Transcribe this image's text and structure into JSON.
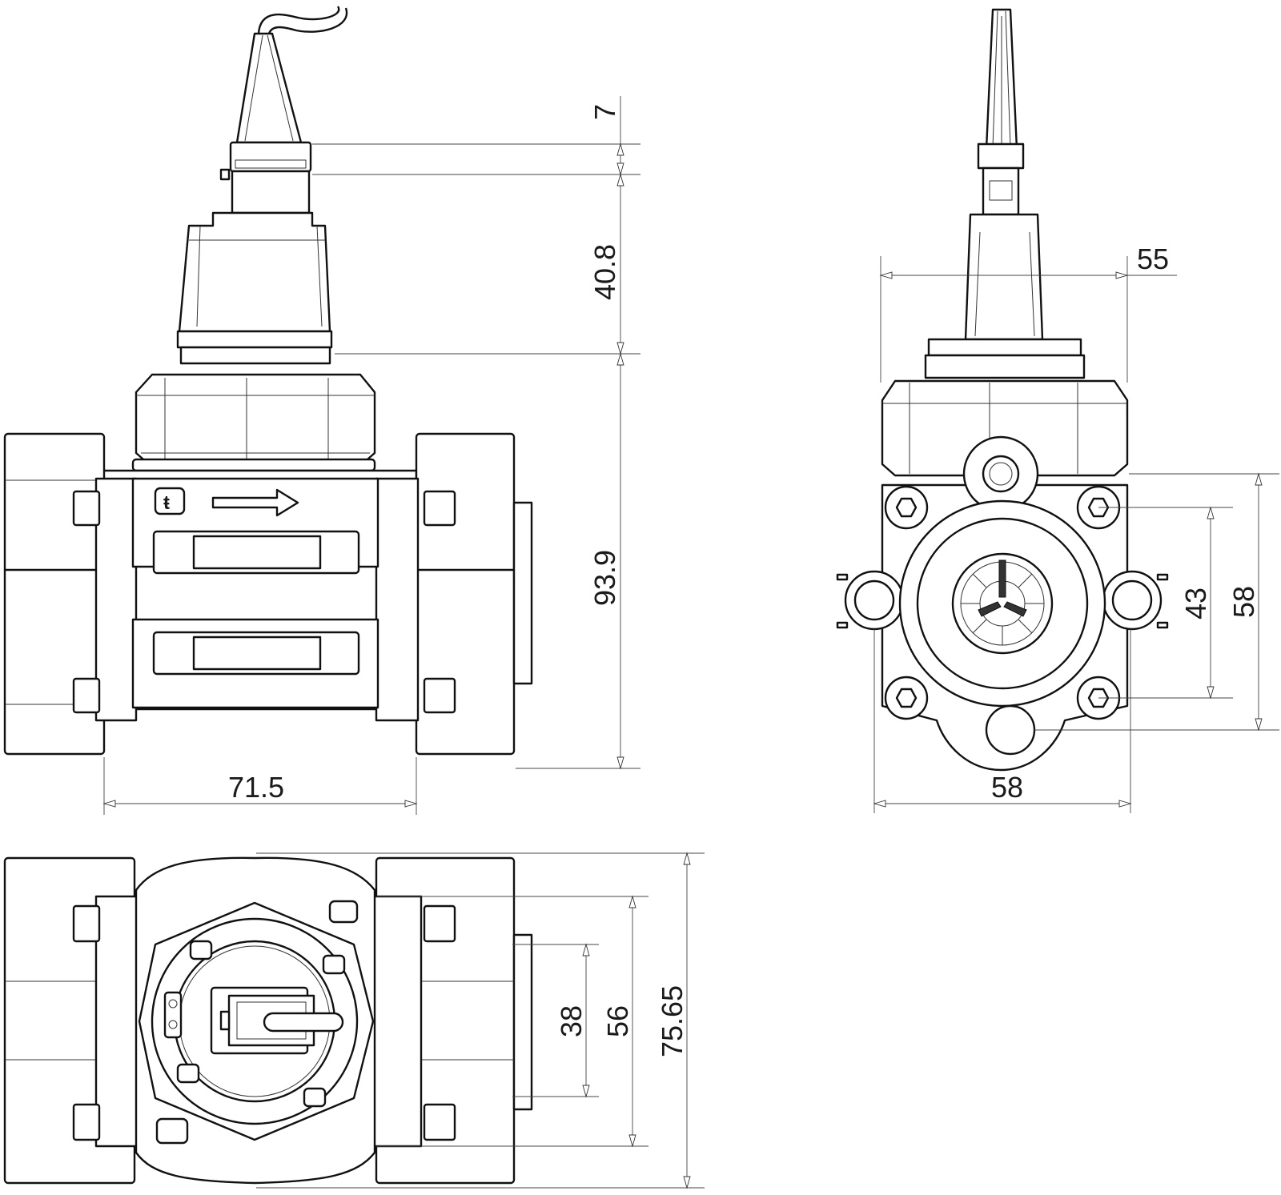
{
  "views": {
    "front": {
      "dimensions": {
        "connector_height": "7",
        "body_height": "40.8",
        "overall_height": "93.9",
        "length": "71.5"
      }
    },
    "side": {
      "dimensions": {
        "flange_width": "55",
        "bolt_spacing": "43",
        "flange_height": "58",
        "flange_bottom_width": "58"
      }
    },
    "top": {
      "dimensions": {
        "inner_dim": "38",
        "middle_dim": "56",
        "outer_dim": "75.65"
      }
    }
  },
  "colors": {
    "line": "#111111",
    "background": "#ffffff"
  },
  "icons": [
    "flow-arrow-icon",
    "brand-logo-icon",
    "hex-bolt-icon",
    "paddle-wheel-icon",
    "cable-icon"
  ]
}
